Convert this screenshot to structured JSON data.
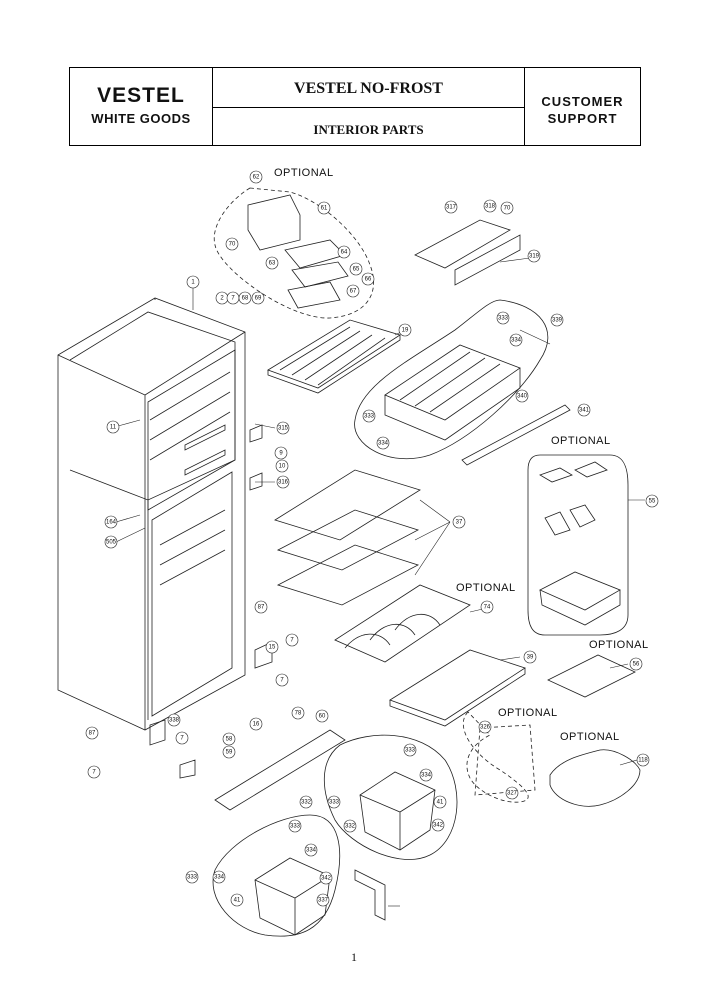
{
  "header": {
    "brand": "VESTEL",
    "brand_sub": "WHITE GOODS",
    "title": "VESTEL NO-FROST",
    "subtitle": "INTERIOR PARTS",
    "support_line1": "CUSTOMER",
    "support_line2": "SUPPORT"
  },
  "optional_label": "OPTIONAL",
  "page_number": "1",
  "callouts": [
    "62",
    "61",
    "317",
    "318",
    "70",
    "70",
    "64",
    "63",
    "65",
    "66",
    "67",
    "319",
    "1",
    "2",
    "7",
    "68",
    "69",
    "19",
    "339",
    "333",
    "334",
    "340",
    "341",
    "333",
    "334",
    "11",
    "315",
    "9",
    "10",
    "316",
    "55",
    "164",
    "505",
    "37",
    "74",
    "87",
    "7",
    "15",
    "7",
    "39",
    "56",
    "87",
    "7",
    "338",
    "7",
    "16",
    "58",
    "59",
    "78",
    "60",
    "326",
    "118",
    "333",
    "334",
    "332",
    "333",
    "41",
    "342",
    "327",
    "333",
    "334",
    "332",
    "333",
    "334",
    "41",
    "342",
    "337"
  ]
}
